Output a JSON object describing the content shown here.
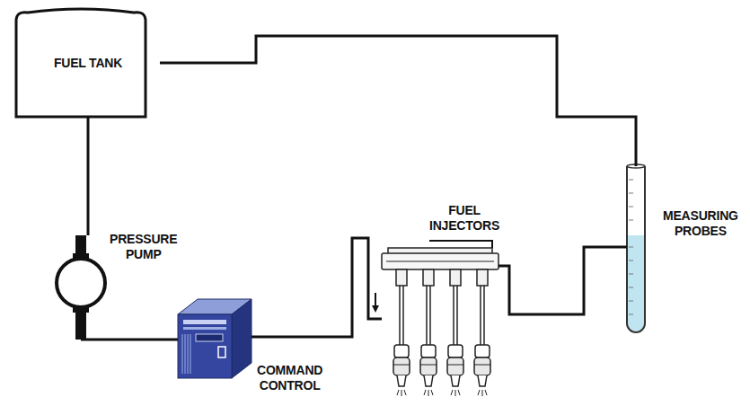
{
  "diagram": {
    "nodes": [
      {
        "text": [
          "FUEL TANK"
        ]
      },
      {
        "text": [
          "PRESSURE PUMP"
        ]
      },
      {
        "text": [
          "COMMAND CONTROL"
        ]
      },
      {
        "text": [
          "FUEL INJECTORS"
        ]
      },
      {
        "text": [
          "MEASURING PROBES"
        ]
      }
    ],
    "edges": [
      {
        "from": 0,
        "to": 1,
        "arrow": "none"
      },
      {
        "from": 1,
        "to": 2,
        "arrow": "none"
      },
      {
        "from": 2,
        "to": 3,
        "arrow": "none"
      },
      {
        "from": 3,
        "to": 4,
        "arrow": "none"
      },
      {
        "from": 4,
        "to": 0,
        "arrow": "none"
      }
    ]
  }
}
